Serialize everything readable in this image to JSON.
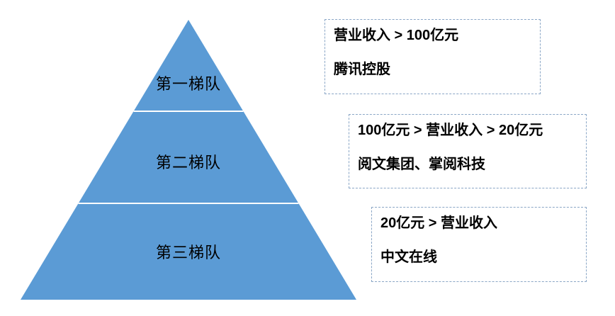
{
  "diagram": {
    "type": "pyramid",
    "fill_color": "#5B9BD5",
    "divider_color": "#FFFFFF",
    "callout_border_color": "#8AA6C6",
    "text_color": "#000000",
    "tiers": [
      {
        "label": "第一梯队"
      },
      {
        "label": "第二梯队"
      },
      {
        "label": "第三梯队"
      }
    ],
    "callouts": [
      {
        "criteria": "营业收入 > 100亿元",
        "companies": "腾讯控股"
      },
      {
        "criteria": "100亿元 > 营业收入 > 20亿元",
        "companies": "阅文集团、掌阅科技"
      },
      {
        "criteria": "20亿元 > 营业收入",
        "companies": "中文在线"
      }
    ]
  }
}
